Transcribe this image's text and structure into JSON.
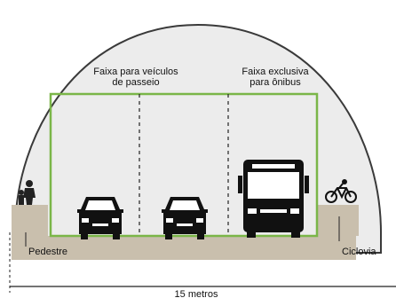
{
  "colors": {
    "tunnel_fill": "#ececec",
    "tunnel_stroke": "#3a3a3a",
    "road_fill": "#c9bfad",
    "lane_border": "#7ab648",
    "vehicle": "#111111",
    "text": "#111111"
  },
  "labels": {
    "passenger_lanes_line1": "Faixa para veículos",
    "passenger_lanes_line2": "de passeio",
    "bus_lane_line1": "Faixa exclusiva",
    "bus_lane_line2": "para ônibus",
    "pedestrian": "Pedestre",
    "bike_lane": "Ciclovia",
    "width": "15 metros"
  },
  "icons": [
    "pedestrian-icon",
    "car-icon",
    "car-icon",
    "bus-icon",
    "bicycle-icon"
  ]
}
